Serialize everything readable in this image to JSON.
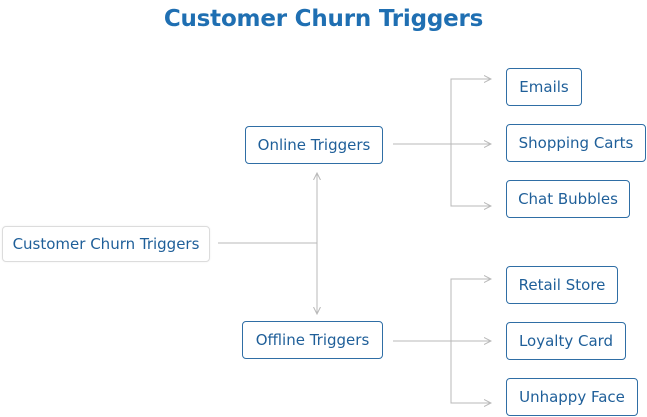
{
  "title": "Customer Churn Triggers",
  "colors": {
    "accent": "#1f6fb2",
    "node_border": "#2f6ea5",
    "root_border": "#dcdcdc",
    "edge": "#b8b8b8"
  },
  "nodes": {
    "root": "Customer Churn Triggers",
    "online": "Online Triggers",
    "offline": "Offline Triggers",
    "emails": "Emails",
    "shopping_carts": "Shopping Carts",
    "chat_bubbles": "Chat Bubbles",
    "retail_store": "Retail Store",
    "loyalty_card": "Loyalty Card",
    "unhappy_face": "Unhappy Face"
  }
}
